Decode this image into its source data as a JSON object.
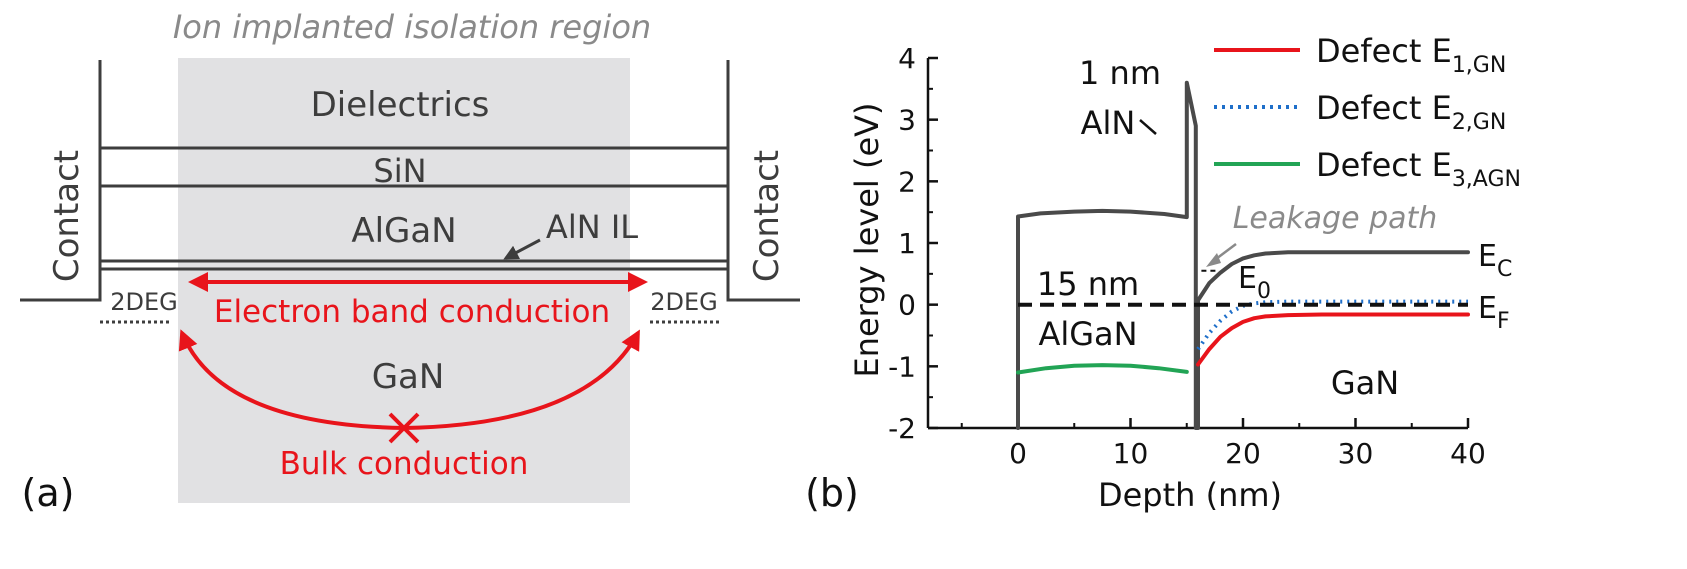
{
  "panel_a": {
    "region_title": "Ion implanted isolation region",
    "layers": {
      "dielectrics": "Dielectrics",
      "sin": "SiN",
      "algan": "AlGaN",
      "aln_il": "AlN IL",
      "gan": "GaN"
    },
    "contact_left": "Contact",
    "contact_right": "Contact",
    "twodeg_left": "2DEG",
    "twodeg_right": "2DEG",
    "electron_band_conduction": "Electron band conduction",
    "bulk_conduction": "Bulk conduction",
    "panel_label": "(a)",
    "colors": {
      "isolation_region": "#e1e1e3",
      "lines": "#3d3d3d",
      "conduction": "#e8141b",
      "title_gray": "#8a8a8a"
    }
  },
  "panel_b": {
    "panel_label": "(b)",
    "annotations": {
      "aln_thickness": "1 nm",
      "aln": "AlN",
      "algan_thickness": "15 nm",
      "algan": "AlGaN",
      "gan": "GaN",
      "leakage_path": "Leakage path",
      "ec": "E",
      "ec_sub": "C",
      "ef": "E",
      "ef_sub": "F",
      "e0": "E",
      "e0_sub": "0"
    },
    "legend": [
      {
        "text": "Defect E",
        "sub": "1,GN",
        "color": "#e8141b",
        "style": "solid"
      },
      {
        "text": "Defect E",
        "sub": "2,GN",
        "color": "#1f6fc9",
        "style": "dotted"
      },
      {
        "text": "Defect E",
        "sub": "3,AGN",
        "color": "#22a455",
        "style": "solid"
      }
    ]
  },
  "chart_data": {
    "type": "line",
    "title": "",
    "xlabel": "Depth (nm)",
    "ylabel": "Energy level (eV)",
    "xlim": [
      -8,
      40
    ],
    "ylim": [
      -2,
      4
    ],
    "xticks": [
      "0",
      "10",
      "20",
      "30",
      "40"
    ],
    "yticks": [
      "-2",
      "-1",
      "0",
      "1",
      "2",
      "3",
      "4"
    ],
    "series": [
      {
        "name": "E_C",
        "color": "#4a4a4a",
        "x": [
          0,
          0,
          2,
          5,
          7.5,
          10,
          13,
          15,
          15,
          15.8,
          15.8,
          16,
          16,
          17,
          18,
          19,
          20,
          21,
          22,
          24,
          27,
          30,
          35,
          40
        ],
        "y": [
          -2,
          1.43,
          1.48,
          1.51,
          1.52,
          1.51,
          1.47,
          1.42,
          3.6,
          2.9,
          -2,
          -2,
          0.07,
          0.35,
          0.52,
          0.66,
          0.75,
          0.8,
          0.83,
          0.85,
          0.85,
          0.85,
          0.85,
          0.85
        ]
      },
      {
        "name": "Defect E1,GN",
        "color": "#e8141b",
        "x": [
          16,
          17,
          18,
          19,
          20,
          21,
          22,
          24,
          27,
          30,
          35,
          40
        ],
        "y": [
          -0.97,
          -0.72,
          -0.52,
          -0.38,
          -0.28,
          -0.22,
          -0.19,
          -0.17,
          -0.16,
          -0.16,
          -0.16,
          -0.16
        ]
      },
      {
        "name": "Defect E2,GN",
        "color": "#1f6fc9",
        "x": [
          16,
          17,
          18,
          19,
          20,
          21,
          22,
          24,
          27,
          30,
          35,
          40
        ],
        "y": [
          -0.72,
          -0.46,
          -0.26,
          -0.11,
          -0.02,
          0.02,
          0.04,
          0.05,
          0.05,
          0.05,
          0.05,
          0.05
        ]
      },
      {
        "name": "Defect E3,AGN",
        "color": "#22a455",
        "x": [
          0,
          2.5,
          5,
          7.5,
          10,
          12.5,
          15
        ],
        "y": [
          -1.1,
          -1.03,
          -0.99,
          -0.98,
          -0.99,
          -1.03,
          -1.09
        ]
      },
      {
        "name": "E_F",
        "color": "#111111",
        "x": [
          0,
          40
        ],
        "y": [
          0,
          0
        ]
      },
      {
        "name": "E_0",
        "color": "#111111",
        "x": [
          16.3,
          17.6
        ],
        "y": [
          0.55,
          0.55
        ]
      }
    ]
  }
}
